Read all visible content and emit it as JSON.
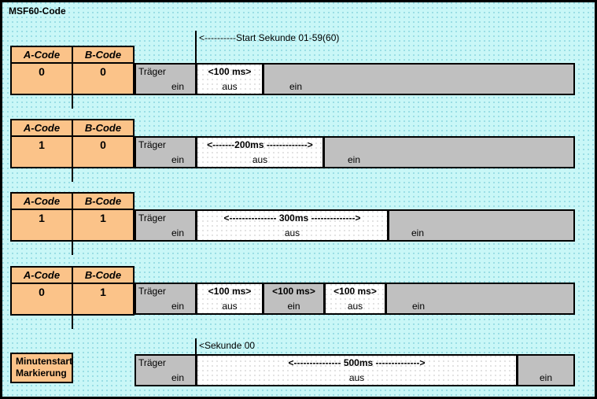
{
  "title": "MSF60-Code",
  "colors": {
    "background": "#c9f7f7",
    "code_cell": "#fbc389",
    "carrier_on": "#c0c0c0",
    "carrier_off": "#ffffff",
    "border": "#000000"
  },
  "labels": {
    "a_code": "A-Code",
    "b_code": "B-Code",
    "carrier": "Träger",
    "on": "ein",
    "off": "aus",
    "minute_marker_line1": "Minutenstart",
    "minute_marker_line2": "Markierung"
  },
  "annotations": {
    "start_second": "<----------Start Sekunde 01-59(60)",
    "second_zero": "<Sekunde 00"
  },
  "rows": [
    {
      "name": "row-0-0",
      "a_code": "0",
      "b_code": "0",
      "carrier_label": "Träger",
      "carrier_state": "ein",
      "segments": [
        {
          "top": "<100 ms>",
          "bottom": "aus",
          "state": "off"
        },
        {
          "top": "",
          "bottom": "ein",
          "state": "on"
        }
      ]
    },
    {
      "name": "row-1-0",
      "a_code": "1",
      "b_code": "0",
      "carrier_label": "Träger",
      "carrier_state": "ein",
      "segments": [
        {
          "top": "<-------200ms ------------->",
          "bottom": "aus",
          "state": "off"
        },
        {
          "top": "",
          "bottom": "ein",
          "state": "on"
        }
      ]
    },
    {
      "name": "row-1-1",
      "a_code": "1",
      "b_code": "1",
      "carrier_label": "Träger",
      "carrier_state": "ein",
      "segments": [
        {
          "top": "<---------------      300ms      -------------->",
          "bottom": "aus",
          "state": "off"
        },
        {
          "top": "",
          "bottom": "ein",
          "state": "on"
        }
      ]
    },
    {
      "name": "row-0-1",
      "a_code": "0",
      "b_code": "1",
      "carrier_label": "Träger",
      "carrier_state": "ein",
      "segments": [
        {
          "top": "<100 ms>",
          "bottom": "aus",
          "state": "off"
        },
        {
          "top": "<100 ms>",
          "bottom": "ein",
          "state": "on"
        },
        {
          "top": "<100 ms>",
          "bottom": "aus",
          "state": "off"
        },
        {
          "top": "",
          "bottom": "ein",
          "state": "on"
        }
      ]
    },
    {
      "name": "row-minute-marker",
      "a_code": null,
      "b_code": null,
      "carrier_label": "Träger",
      "carrier_state": "ein",
      "segments": [
        {
          "top": "<---------------                    500ms                      -------------->",
          "bottom": "aus",
          "state": "off"
        },
        {
          "top": "",
          "bottom": "ein",
          "state": "on"
        }
      ]
    }
  ]
}
